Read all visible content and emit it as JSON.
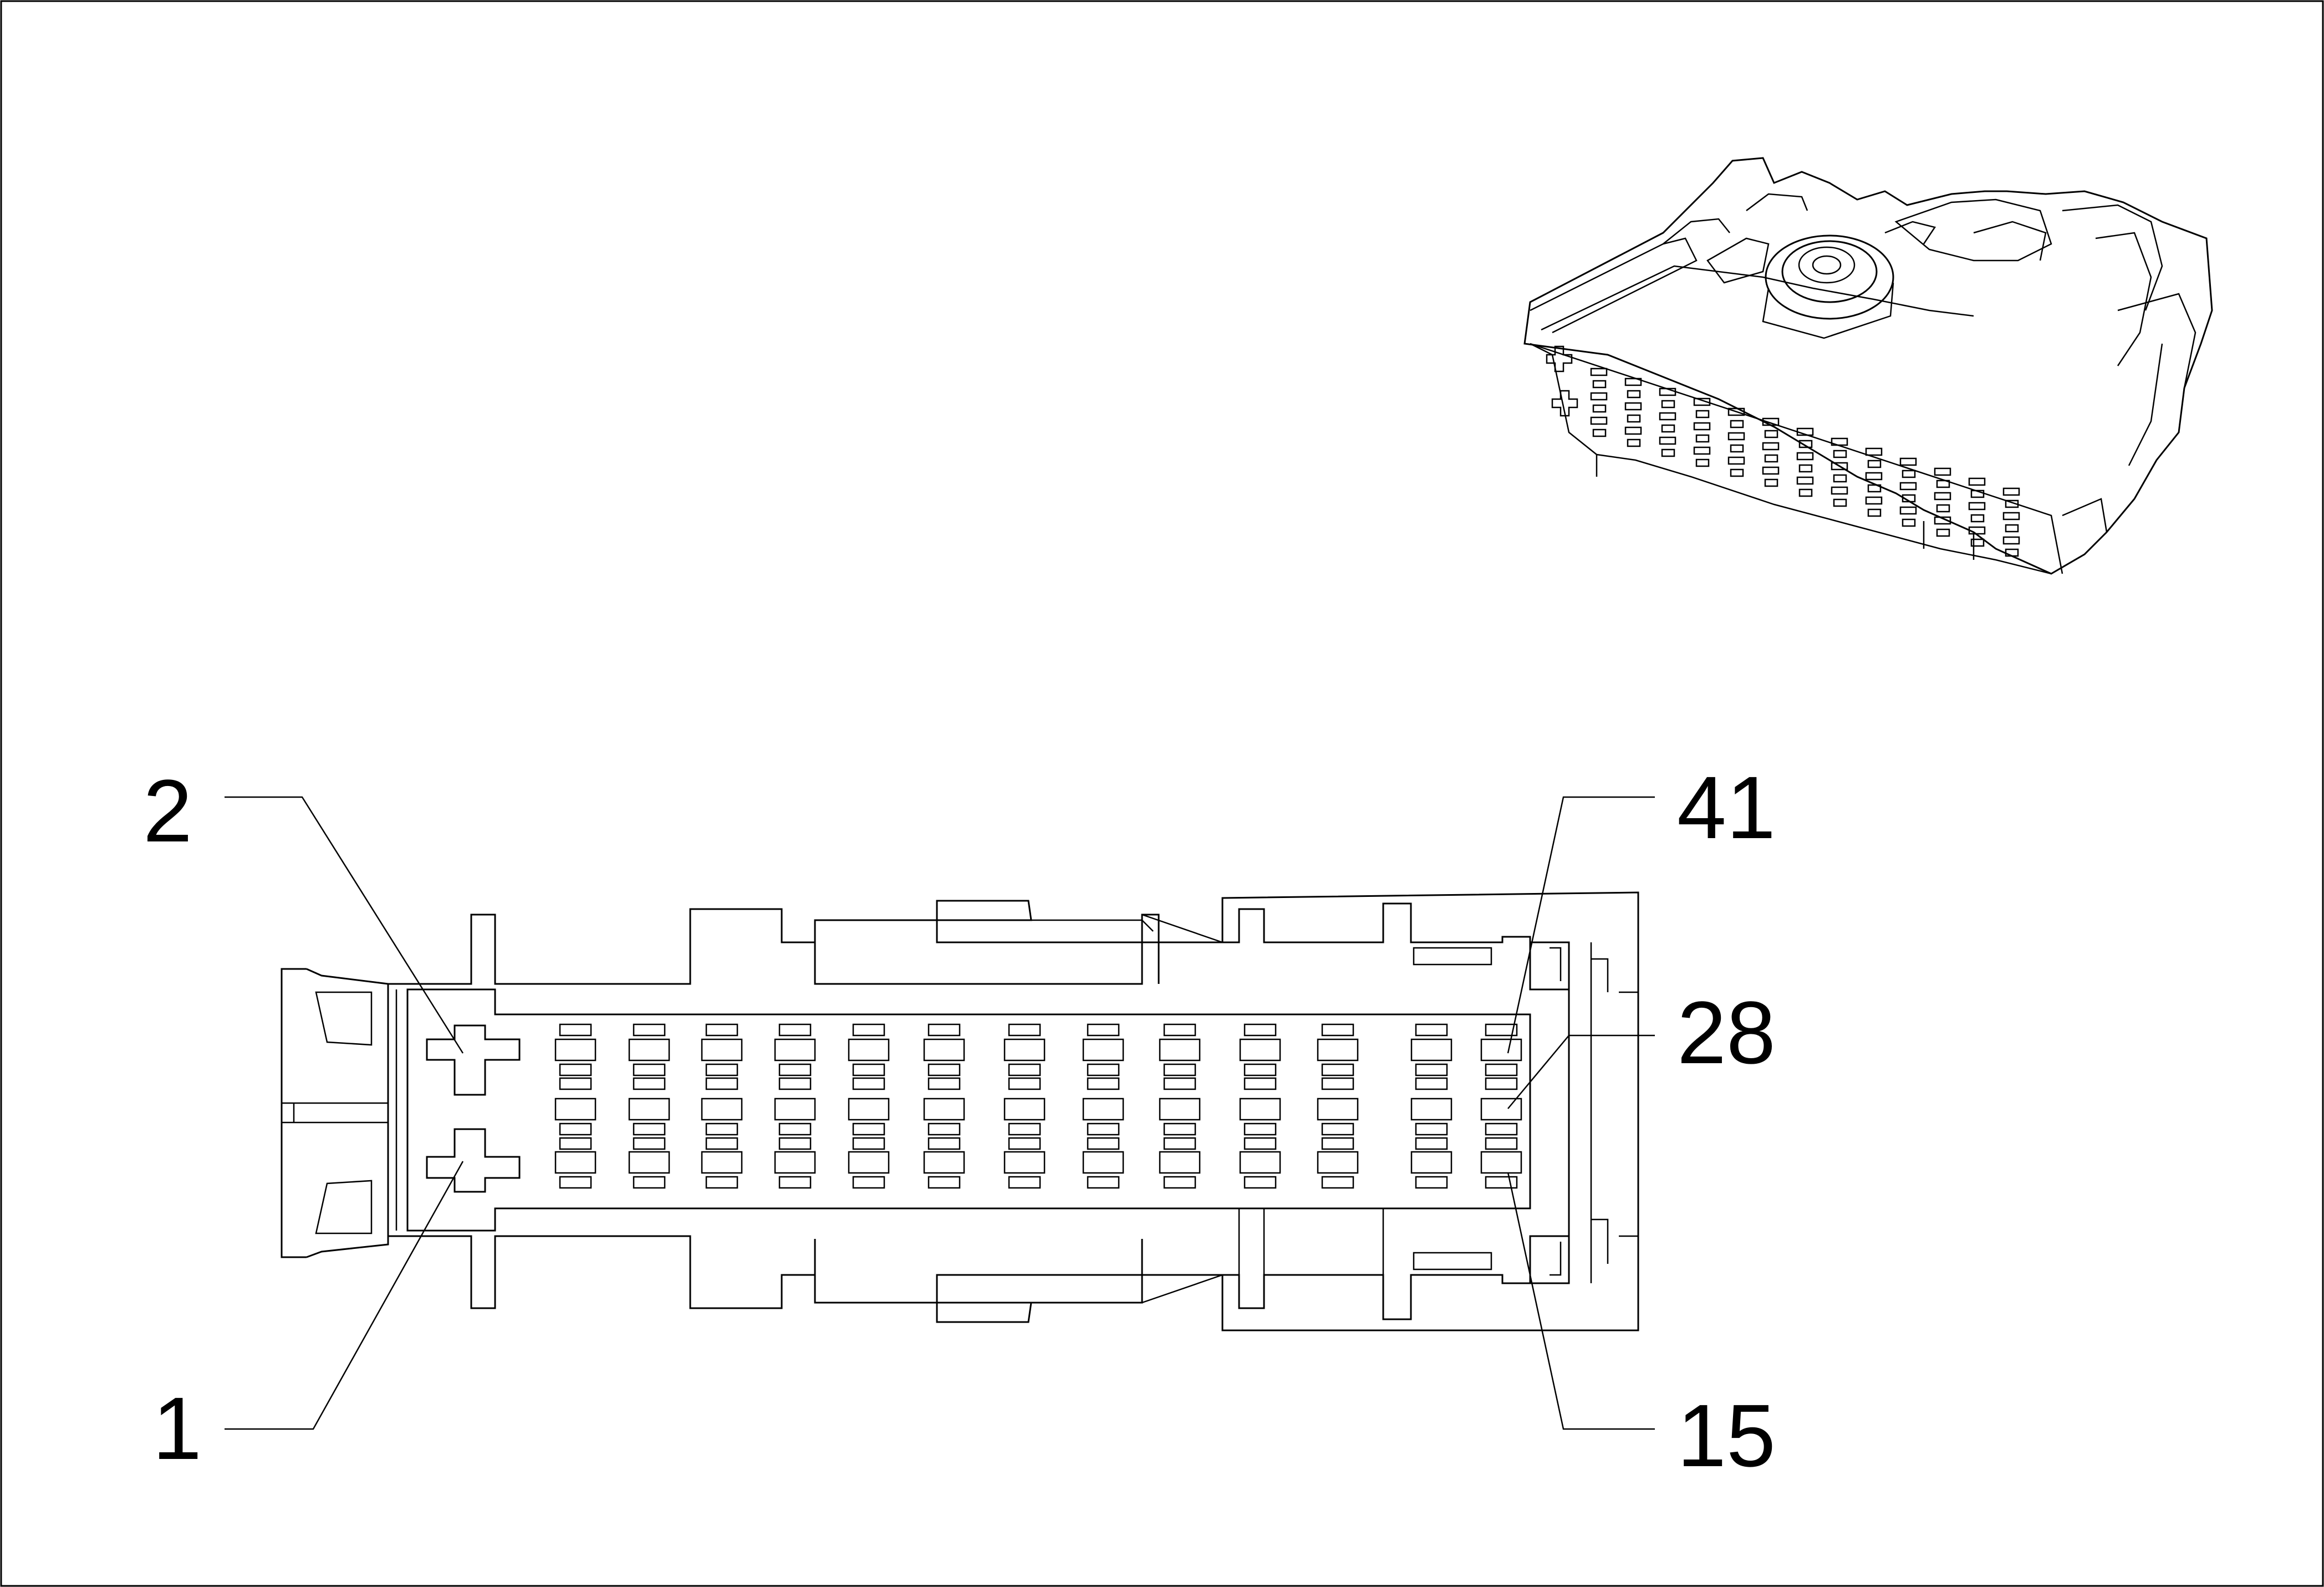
{
  "diagram": {
    "pin_labels": [
      "2",
      "1",
      "41",
      "28",
      "15"
    ],
    "colors": {
      "line": "#000000",
      "background": "#ffffff"
    }
  }
}
